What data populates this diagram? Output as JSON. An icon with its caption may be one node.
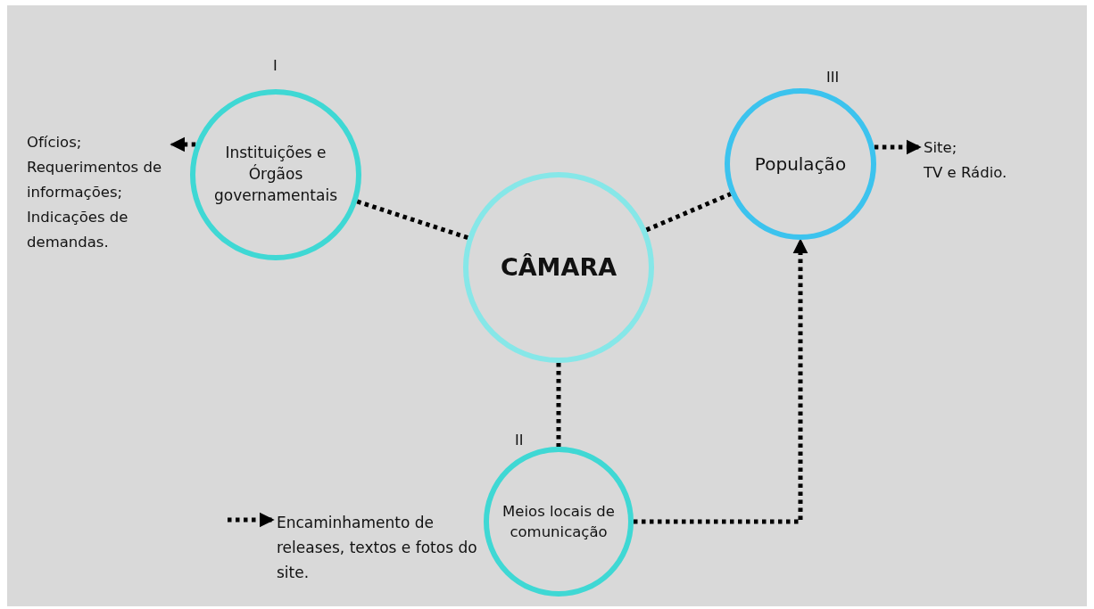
{
  "diagram": {
    "nodes": [
      {
        "text": [
          "Instituições e Órgãos governamentais"
        ],
        "beside": [
          "I"
        ]
      },
      {
        "text": [
          "CÂMARA"
        ]
      },
      {
        "text": [
          "População"
        ],
        "beside": [
          "III"
        ]
      },
      {
        "text": [
          "Meios locais de comunicação"
        ],
        "beside": [
          "II"
        ]
      },
      {
        "text": [
          "Ofícios;",
          "Requerimentos de informações;",
          "Indicações de demandas."
        ]
      },
      {
        "text": [
          "Site;",
          "TV e Rádio."
        ]
      },
      {
        "text": [
          "Encaminhamento de releases, textos e fotos do site."
        ]
      }
    ],
    "edges": [
      {
        "from": 0,
        "to": 1,
        "arrow": "none"
      },
      {
        "from": 1,
        "to": 2,
        "arrow": "none"
      },
      {
        "from": 1,
        "to": 3,
        "arrow": "none"
      },
      {
        "from": 3,
        "to": 2,
        "arrow": "to"
      },
      {
        "from": 0,
        "to": 4,
        "arrow": "to"
      },
      {
        "from": 2,
        "to": 5,
        "arrow": "to"
      },
      {
        "from": null,
        "to": 6,
        "arrow": "to"
      }
    ]
  }
}
